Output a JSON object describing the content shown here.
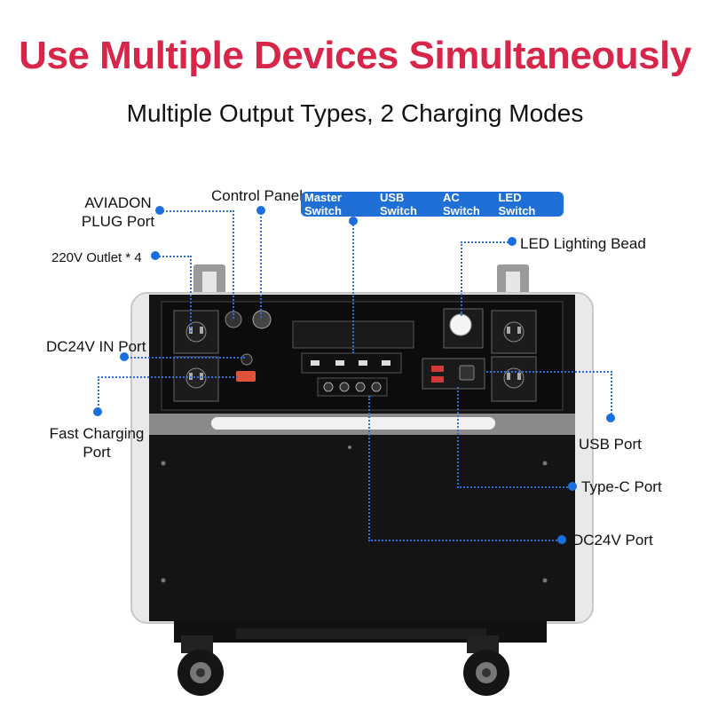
{
  "header": {
    "title": "Use Multiple Devices Simultaneously",
    "subtitle": "Multiple Output Types, 2 Charging Modes"
  },
  "callouts": {
    "aviadon_line1": "AVIADON",
    "aviadon_line2": "PLUG Port",
    "control_panel": "Control Panel",
    "outlet_220v": "220V Outlet * 4",
    "dc24v_in": "DC24V IN Port",
    "fast_charging_line1": "Fast Charging",
    "fast_charging_line2": "Port",
    "led_bead": "LED Lighting Bead",
    "usb_port": "USB Port",
    "type_c": "Type-C Port",
    "dc24v_port": "DC24V Port"
  },
  "switch_bar": {
    "master": "Master Switch",
    "usb": "USB Switch",
    "ac": "AC Switch",
    "led": "LED Switch"
  },
  "colors": {
    "title_red": "#d8264a",
    "accent_blue": "#1f6fd6",
    "panel_black": "#141414"
  }
}
